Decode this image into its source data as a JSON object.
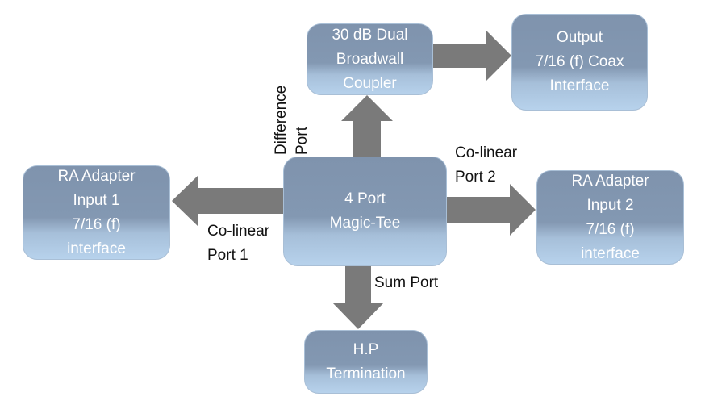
{
  "diagram": {
    "nodes": {
      "coupler": {
        "lines": [
          "30 dB Dual",
          "Broadwall",
          "Coupler"
        ]
      },
      "output": {
        "lines": [
          "Output",
          "7/16 (f) Coax",
          "Interface"
        ]
      },
      "input1": {
        "lines": [
          "RA Adapter",
          "Input 1",
          "7/16 (f)",
          "interface"
        ]
      },
      "magic_tee": {
        "lines": [
          "4 Port",
          "Magic-Tee"
        ]
      },
      "input2": {
        "lines": [
          "RA Adapter",
          "Input 2",
          "7/16 (f)",
          "interface"
        ]
      },
      "termination": {
        "lines": [
          "H.P",
          "Termination"
        ]
      }
    },
    "edges": [
      {
        "from": "magic_tee",
        "to": "coupler",
        "label": "Difference Port"
      },
      {
        "from": "coupler",
        "to": "output",
        "label": ""
      },
      {
        "from": "magic_tee",
        "to": "input1",
        "label": "Co-linear Port 1"
      },
      {
        "from": "magic_tee",
        "to": "input2",
        "label": "Co-linear Port 2"
      },
      {
        "from": "magic_tee",
        "to": "termination",
        "label": "Sum Port"
      }
    ],
    "labels": {
      "difference": [
        "Difference",
        "Port"
      ],
      "colinear1": [
        "Co-linear",
        "Port 1"
      ],
      "colinear2": [
        "Co-linear",
        "Port 2"
      ],
      "sum": "Sum Port"
    },
    "colors": {
      "box_top": "#7f93ad",
      "box_bottom": "#b7d2ec",
      "arrow": "#7a7a7a",
      "box_text": "#ffffff",
      "label_text": "#111111"
    }
  }
}
